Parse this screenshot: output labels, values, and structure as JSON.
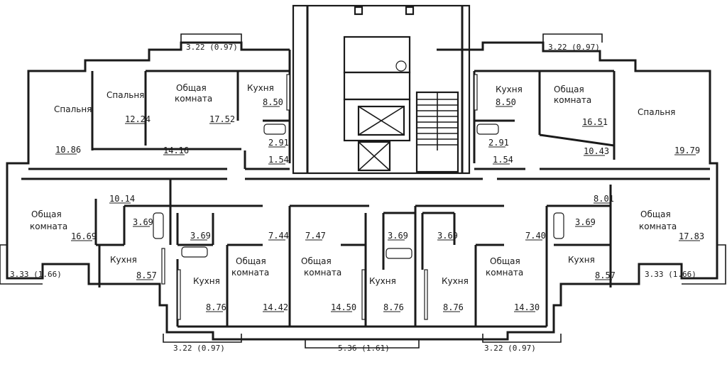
{
  "labels": {
    "bedroom": "Спальня",
    "living": "Общая",
    "living2": "комната",
    "kitchen": "Кухня"
  },
  "areas": {
    "a1224": "12.24",
    "a1752": "17.52",
    "a850L": "8.50",
    "a1086": "10.86",
    "a1416": "14.16",
    "a291L": "2.91",
    "a154L": "1.54",
    "a850R": "8.50",
    "a1651": "16.51",
    "a1979": "19.79",
    "a291R": "2.91",
    "a154R": "1.54",
    "a1043": "10.43",
    "a1014": "10.14",
    "a369a": "3.69",
    "a1669": "16.69",
    "a857L": "8.57",
    "a369b": "3.69",
    "a744": "7.44",
    "a876a": "8.76",
    "a1442": "14.42",
    "a747": "7.47",
    "a369c": "3.69",
    "a1450": "14.50",
    "a876b": "8.76",
    "a369d": "3.69",
    "a740": "7.40",
    "a876c": "8.76",
    "a1430": "14.30",
    "a801": "8.01",
    "a369e": "3.69",
    "a1783": "17.83",
    "a857R": "8.57"
  },
  "balconies": {
    "top_left": "3.22 (0.97)",
    "top_right": "3.22 (0.97)",
    "left": "3.33 (1.66)",
    "right": "3.33 (1.66)",
    "bottom_left": "3.22 (0.97)",
    "bottom_center": "5.36 (1.61)",
    "bottom_right": "3.22 (0.97)"
  }
}
